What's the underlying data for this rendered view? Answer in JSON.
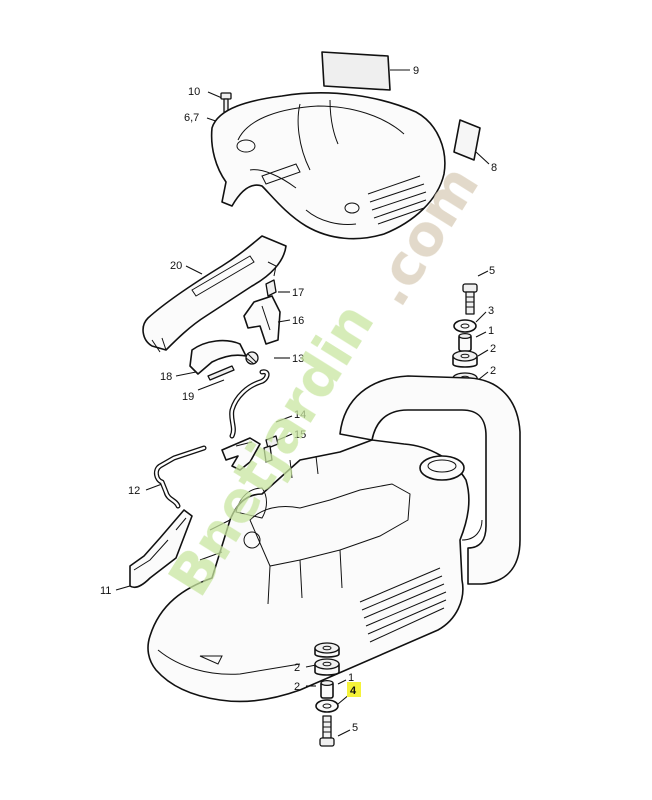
{
  "watermark": {
    "line1": "Bnetjardin",
    "line2": ".com",
    "color_green": "#c8e6a0",
    "color_tan": "#d9cdb8"
  },
  "highlight_color": "#f5f33a",
  "callouts": {
    "c9": "9",
    "c10": "10",
    "c67": "6,7",
    "c8": "8",
    "c20": "20",
    "c17": "17",
    "c16": "16",
    "c18": "18",
    "c13": "13",
    "c19": "19",
    "c5_top": "5",
    "c3": "3",
    "c1_top": "1",
    "c2_top_a": "2",
    "c2_top_b": "2",
    "c14": "14",
    "c15": "15",
    "c12": "12",
    "c11": "11",
    "c2_bot_a": "2",
    "c2_bot_b": "2",
    "c1_bot": "1",
    "c4": "4",
    "c5_bot": "5"
  }
}
